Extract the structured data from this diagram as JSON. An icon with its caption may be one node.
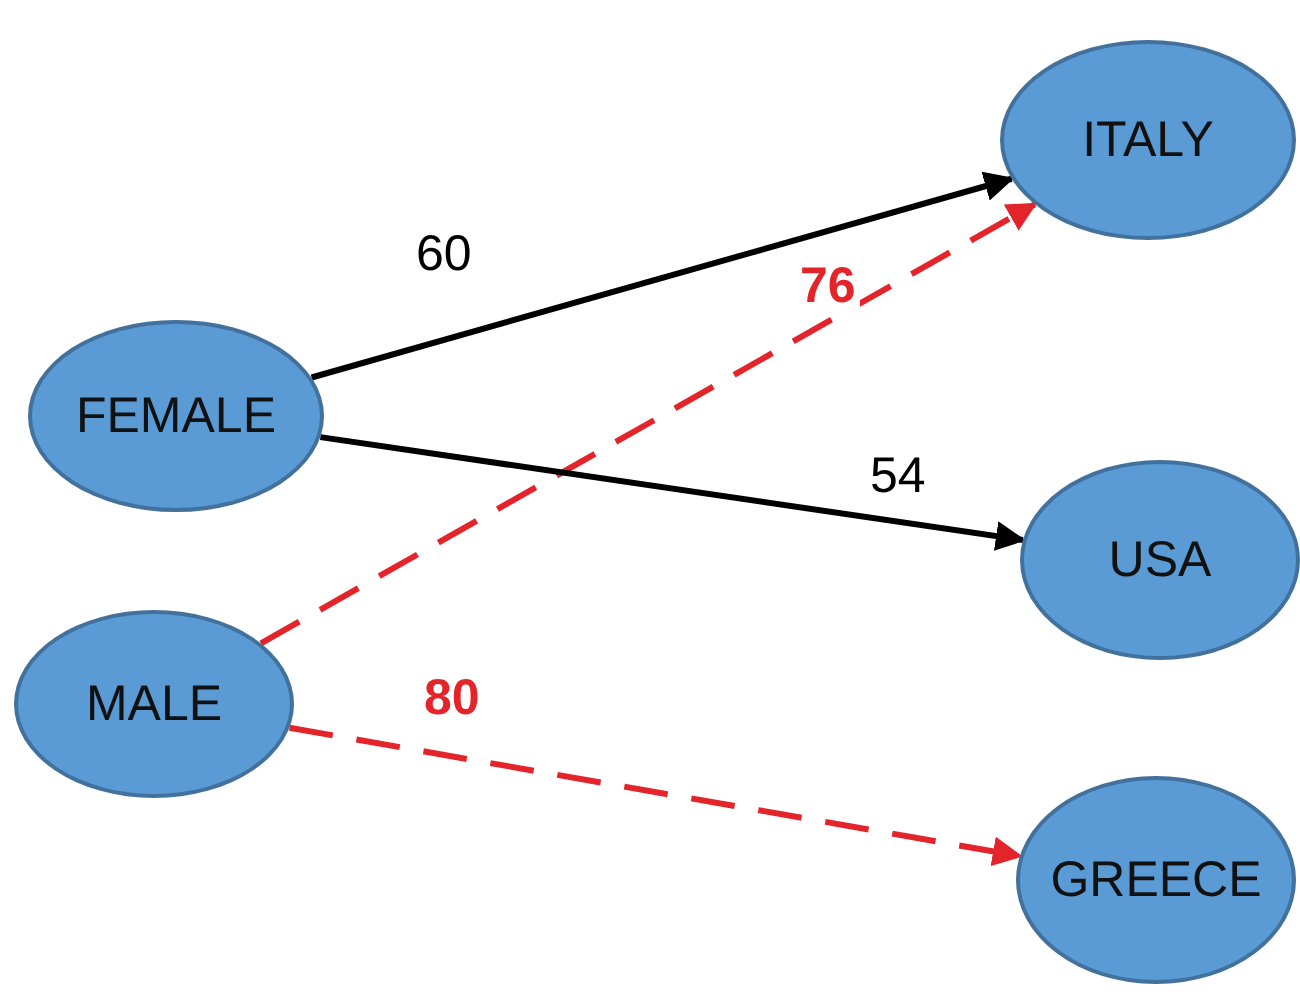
{
  "diagram": {
    "nodes": [
      {
        "text": [
          "FEMALE"
        ]
      },
      {
        "text": [
          "MALE"
        ]
      },
      {
        "text": [
          "ITALY"
        ]
      },
      {
        "text": [
          "USA"
        ]
      },
      {
        "text": [
          "GREECE"
        ]
      }
    ],
    "edges": [
      {
        "from": 0,
        "to": 2,
        "arrow": "to",
        "label": "60"
      },
      {
        "from": 1,
        "to": 2,
        "arrow": "to",
        "label": "76",
        "style": "dashed",
        "color": "#e3252b"
      },
      {
        "from": 0,
        "to": 3,
        "arrow": "to",
        "label": "54"
      },
      {
        "from": 1,
        "to": 4,
        "arrow": "to",
        "label": "80",
        "style": "dashed",
        "color": "#e3252b"
      }
    ]
  }
}
